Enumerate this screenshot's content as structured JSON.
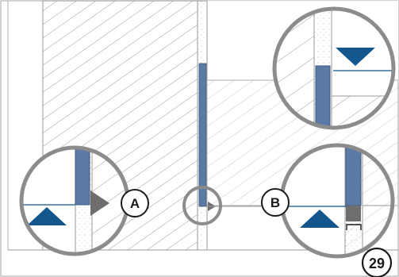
{
  "labels": {
    "callout_a": "A",
    "callout_b": "B",
    "page_number": "29"
  },
  "colors": {
    "membrane": "#5b7aa6",
    "marker": "#13568e",
    "magnifier_ring": "#8c8c8c",
    "joint_gray": "#6e6e6e",
    "hatch": "#9a9a9a",
    "hatch_light": "#c2c2c2"
  }
}
